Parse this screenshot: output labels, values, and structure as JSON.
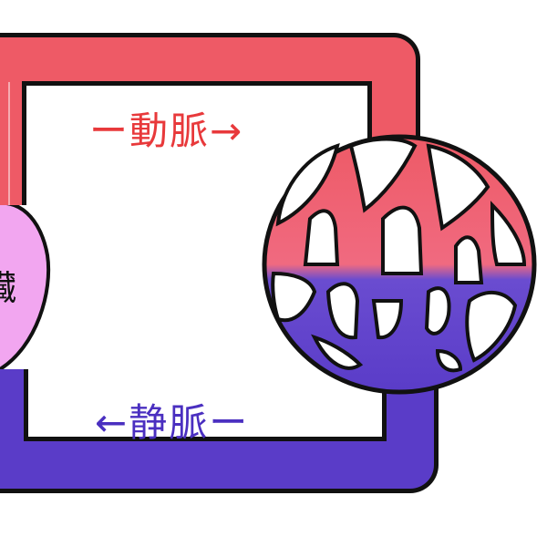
{
  "labels": {
    "artery": "ー動脈→",
    "vein": "←静脈ー",
    "heart": "臓"
  },
  "colors": {
    "artery": "#ee5a66",
    "vein": "#5a3cc8",
    "heart": "#f2a6f0",
    "outline": "#111111"
  }
}
